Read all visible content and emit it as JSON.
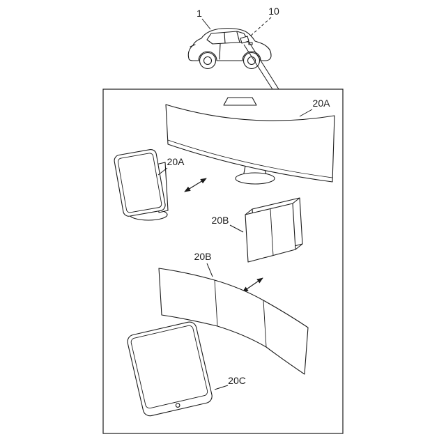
{
  "figure": {
    "labels": {
      "vehicle": "1",
      "display_device": "10",
      "curved_wide_display": "20A",
      "desktop_monitor": "20A",
      "foldable_display": "20B",
      "trifold_display": "20B",
      "tablet": "20C"
    }
  }
}
